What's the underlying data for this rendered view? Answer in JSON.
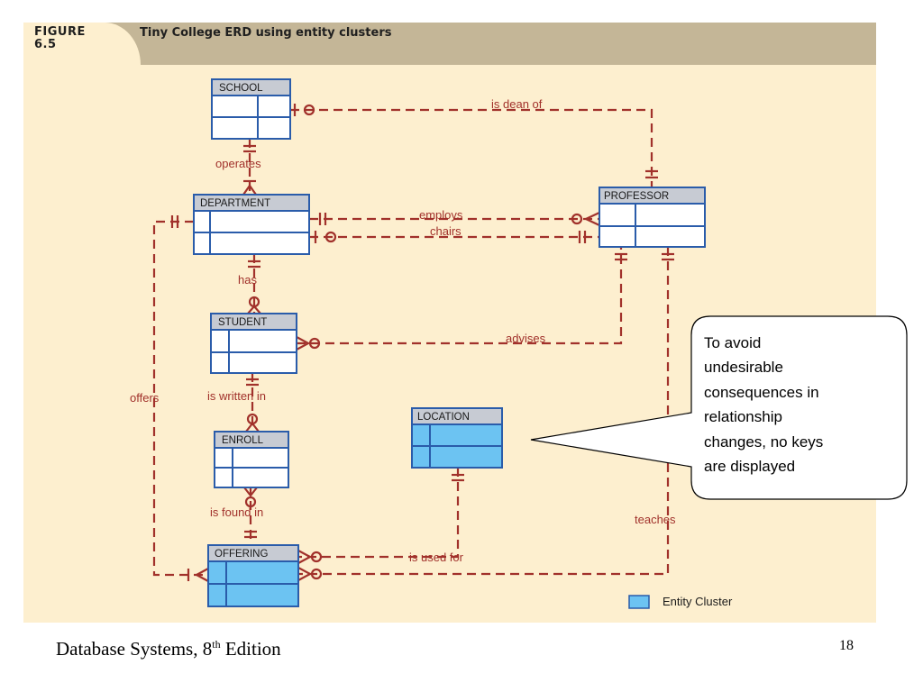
{
  "figure": {
    "label_line1": "FIGURE",
    "label_line2": "6.5",
    "title": "Tiny College ERD using entity clusters"
  },
  "entities": {
    "school": "SCHOOL",
    "department": "DEPARTMENT",
    "professor": "PROFESSOR",
    "student": "STUDENT",
    "enroll": "ENROLL",
    "location": "LOCATION",
    "offering": "OFFERING"
  },
  "relationships": {
    "is_dean_of": "is dean of",
    "operates": "operates",
    "employs": "employs",
    "chairs": "chairs",
    "has": "has",
    "advises": "advises",
    "offers": "offers",
    "is_written_in": "is written in",
    "is_found_in": "is found in",
    "teaches": "teaches",
    "is_used_for": "is used for"
  },
  "legend": {
    "label": "Entity Cluster"
  },
  "callout": {
    "lines": [
      "To avoid",
      "undesirable",
      "consequences in",
      "relationship",
      "changes, no keys",
      "are displayed"
    ]
  },
  "footer": {
    "book_prefix": "Database Systems, 8",
    "book_sup": "th",
    "book_suffix": " Edition",
    "page_number": "18"
  },
  "colors": {
    "relationship_line": "#a1312b",
    "entity_border": "#2a5caa",
    "entity_header": "#c7cbd3",
    "entity_cluster_fill": "#6cc3f2",
    "figure_background": "#fdefcf",
    "header_band": "#c4b697"
  }
}
